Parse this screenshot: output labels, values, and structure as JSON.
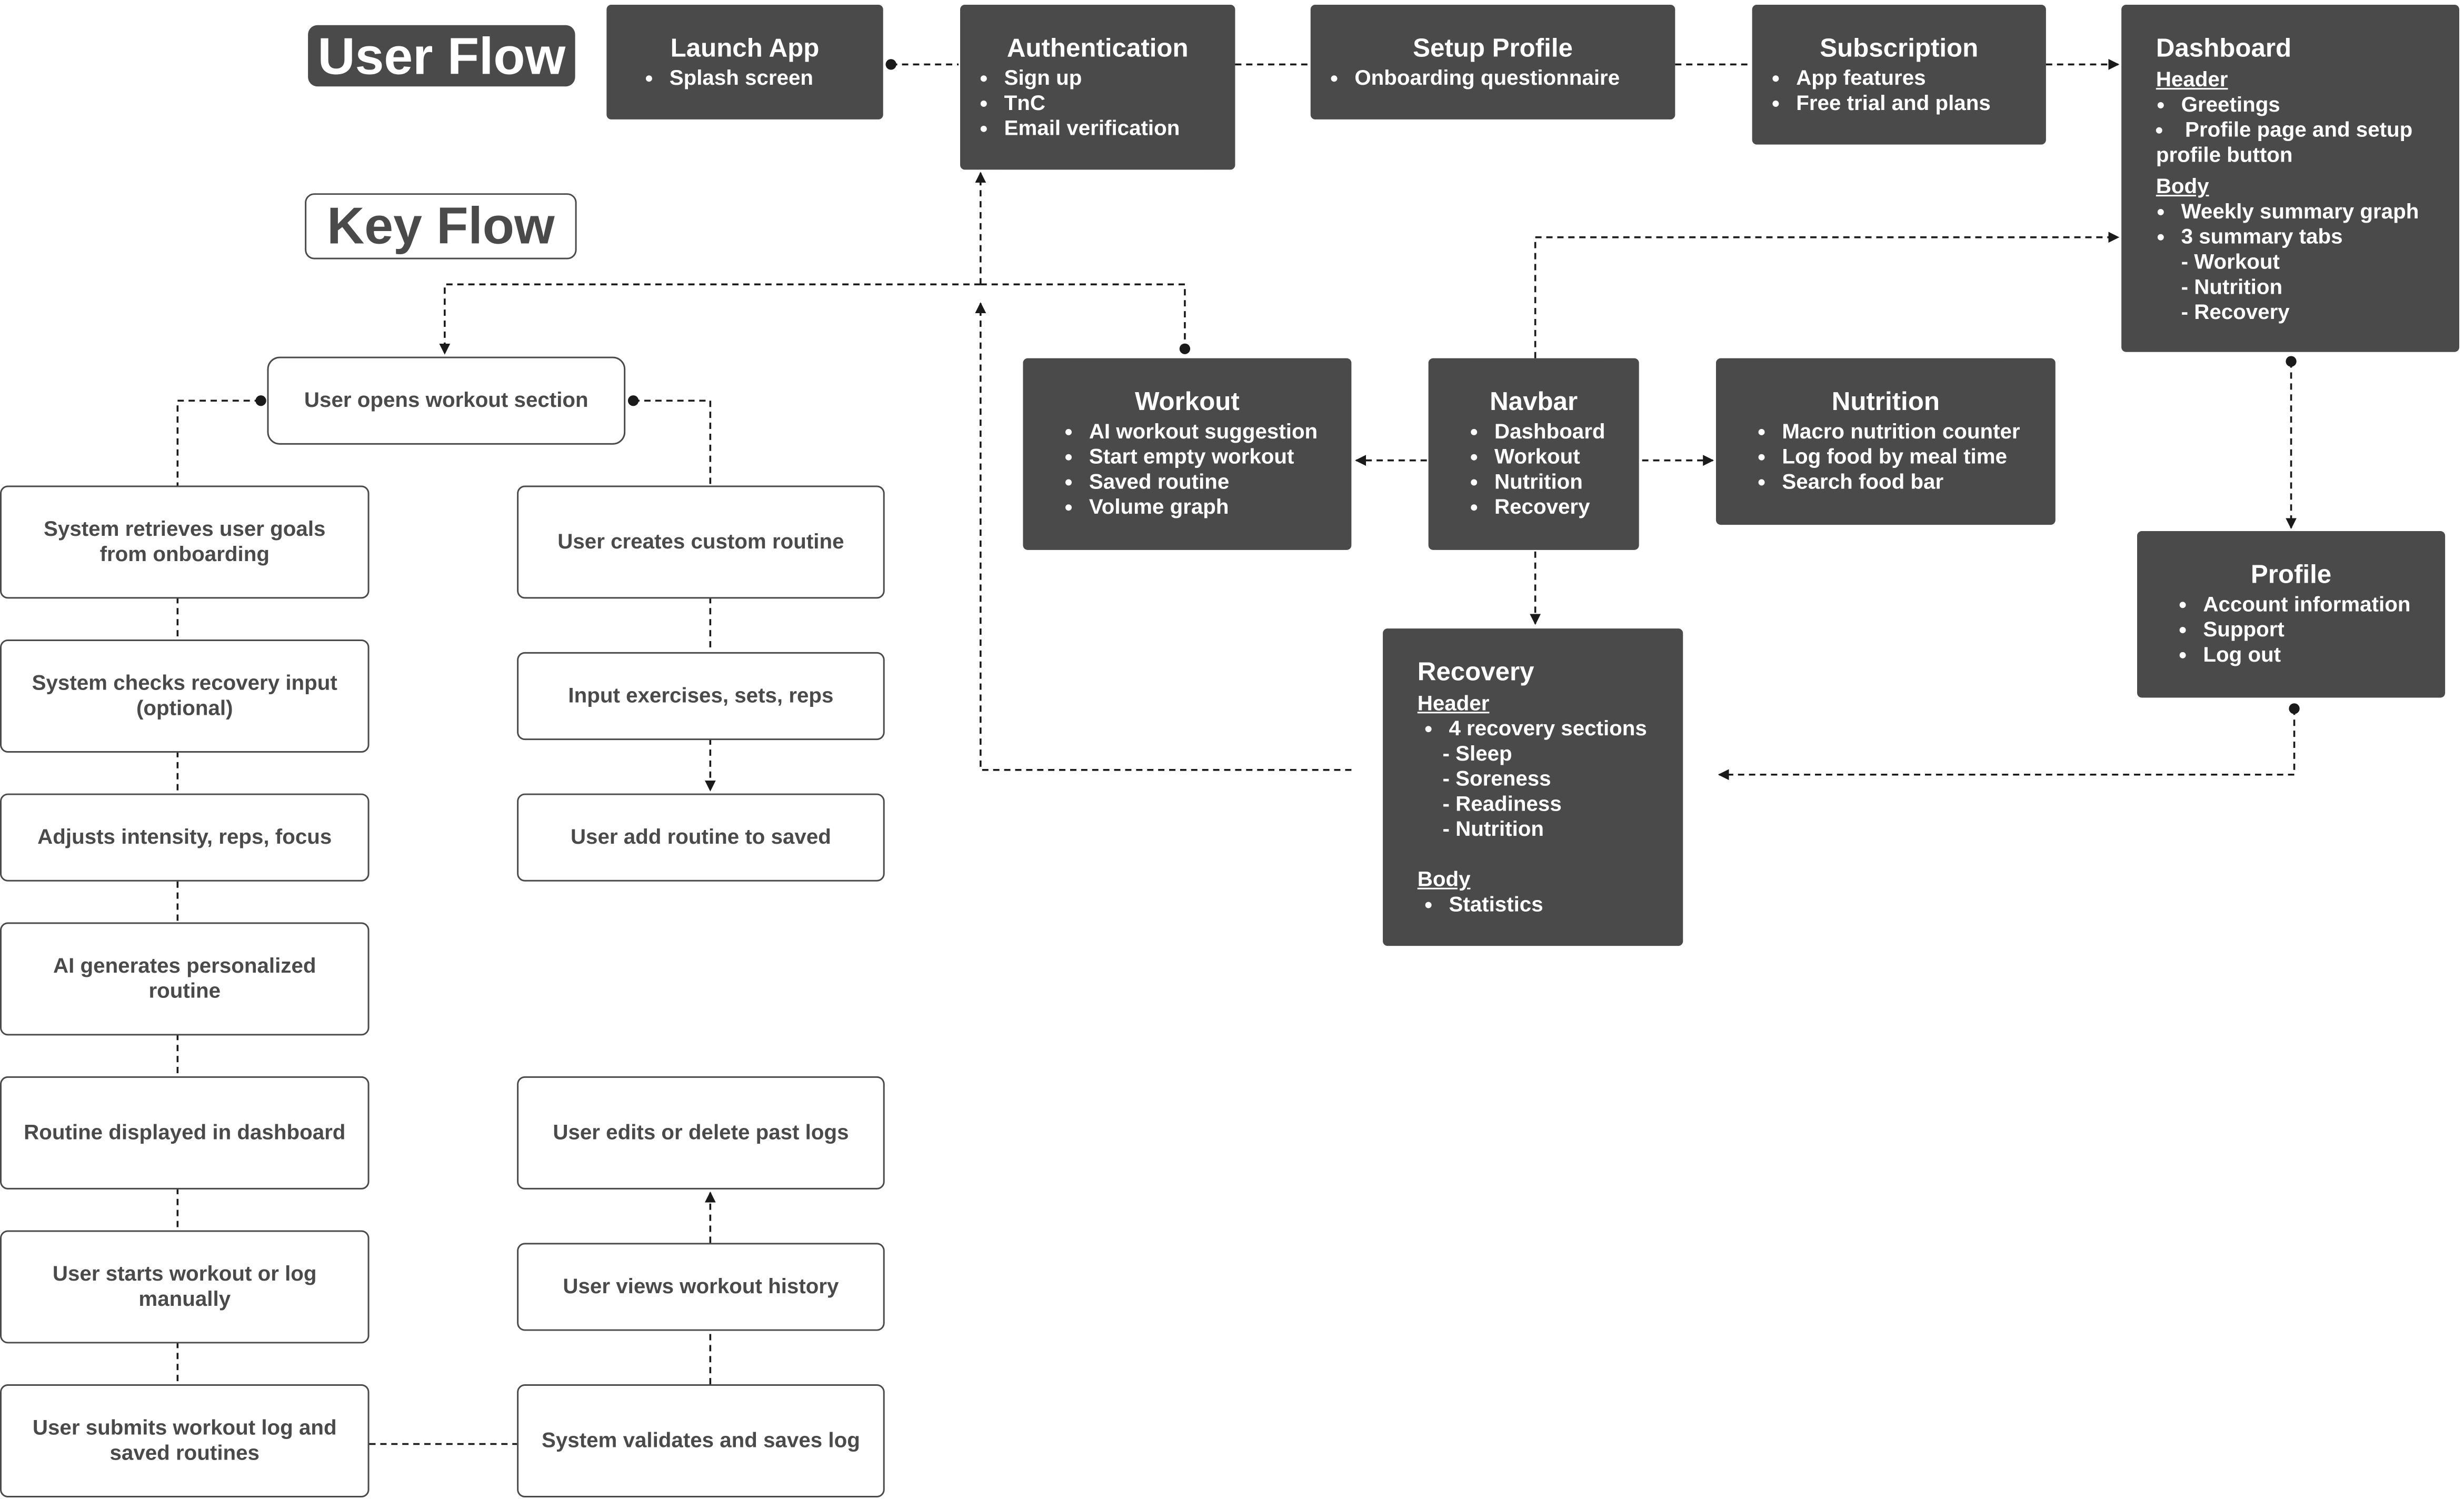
{
  "titles": {
    "user_flow": "User Flow",
    "key_flow": "Key Flow"
  },
  "colors": {
    "node_fill": "#4a4a4a",
    "node_text": "#ffffff",
    "step_border": "#4a4a4a",
    "connector": "#1a1a1a"
  },
  "nodes": {
    "launch": {
      "title": "Launch App",
      "items": [
        "Splash screen"
      ]
    },
    "auth": {
      "title": "Authentication",
      "items": [
        "Sign up",
        "TnC",
        "Email verification"
      ]
    },
    "setup": {
      "title": "Setup Profile",
      "items": [
        "Onboarding questionnaire"
      ]
    },
    "subscription": {
      "title": "Subscription",
      "items": [
        "App features",
        "Free trial and plans"
      ]
    },
    "dashboard": {
      "title": "Dashboard",
      "header_label": "Header",
      "header_items": [
        "Greetings",
        "Profile page and setup profile button"
      ],
      "body_label": "Body",
      "body_items": [
        "Weekly summary graph",
        "3 summary tabs"
      ],
      "body_sub": [
        "- Workout",
        "- Nutrition",
        "- Recovery"
      ]
    },
    "workout": {
      "title": "Workout",
      "items": [
        "AI workout suggestion",
        "Start empty workout",
        "Saved routine",
        "Volume graph"
      ]
    },
    "navbar": {
      "title": "Navbar",
      "items": [
        "Dashboard",
        "Workout",
        "Nutrition",
        "Recovery"
      ]
    },
    "nutrition": {
      "title": "Nutrition",
      "items": [
        "Macro nutrition counter",
        "Log food by meal time",
        "Search food bar"
      ]
    },
    "profile": {
      "title": "Profile",
      "items": [
        "Account information",
        "Support",
        "Log out"
      ]
    },
    "recovery": {
      "title": "Recovery",
      "header_label": "Header",
      "header_items": [
        "4 recovery sections"
      ],
      "header_sub": [
        "- Sleep",
        "- Soreness",
        "- Readiness",
        "- Nutrition"
      ],
      "body_label": "Body",
      "body_items": [
        "Statistics"
      ]
    }
  },
  "key_flow": {
    "start": "User opens workout section",
    "left": [
      "System retrieves user goals from onboarding",
      "System checks recovery input (optional)",
      "Adjusts intensity, reps, focus",
      "AI generates personalized routine",
      "Routine displayed in dashboard",
      "User starts workout or log manually",
      "User submits workout log and saved routines"
    ],
    "right_top": [
      "User creates custom routine",
      "Input exercises, sets, reps",
      "User add routine to saved"
    ],
    "right_bottom": [
      "User edits or delete past logs",
      "User views workout history",
      "System validates and saves log"
    ]
  }
}
